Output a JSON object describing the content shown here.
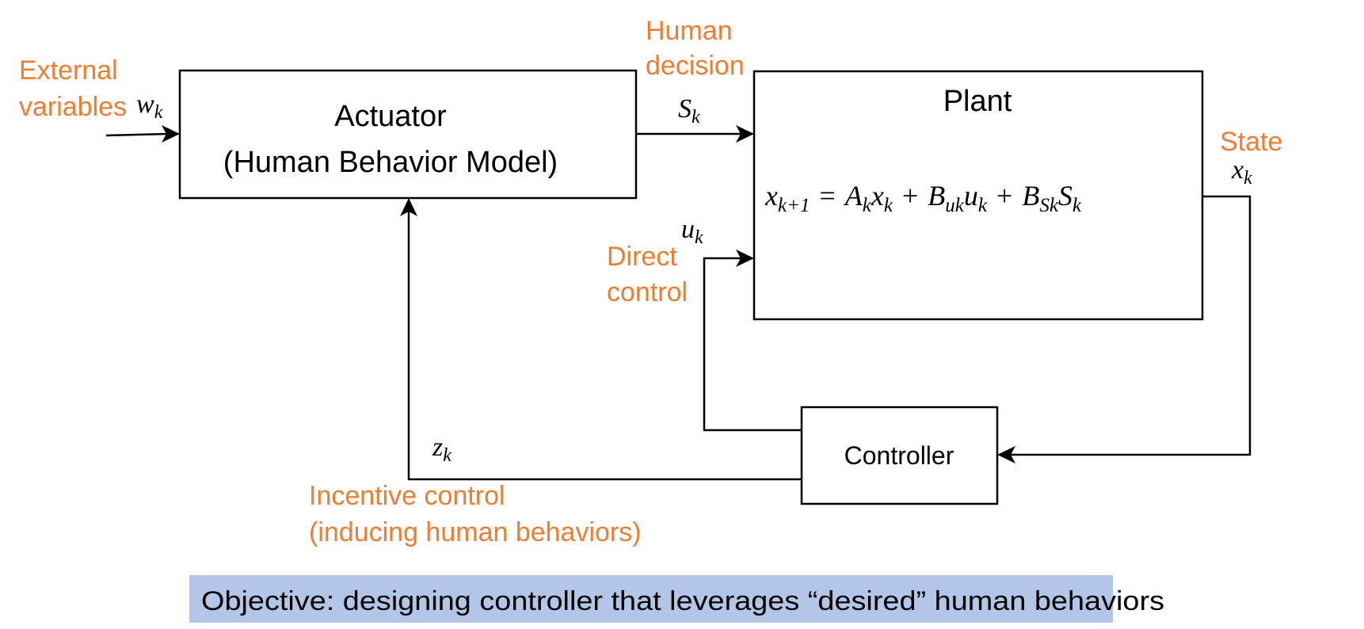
{
  "colors": {
    "annotation": "#ee7d31",
    "objective_highlight": "#b4c6e7",
    "lines": "#000000"
  },
  "labels": {
    "external_line1": "External",
    "external_line2": "variables",
    "human_line1": "Human",
    "human_line2": "decision",
    "state": "State",
    "direct_line1": "Direct",
    "direct_line2": "control",
    "incentive_line1": "Incentive control",
    "incentive_line2": "(inducing human behaviors)"
  },
  "blocks": {
    "actuator_line1": "Actuator",
    "actuator_line2": "(Human Behavior Model)",
    "plant_title": "Plant",
    "controller": "Controller"
  },
  "signals": {
    "w": {
      "base": "w",
      "sub": "k"
    },
    "s": {
      "base": "S",
      "sub": "k"
    },
    "x": {
      "base": "x",
      "sub": "k"
    },
    "u": {
      "base": "u",
      "sub": "k"
    },
    "z": {
      "base": "z",
      "sub": "k"
    }
  },
  "equation": {
    "lhs_base": "x",
    "lhs_sub": "k+1",
    "eq": "=",
    "a_base": "A",
    "a_sub": "k",
    "x1_base": "x",
    "x1_sub": "k",
    "plus1": "+",
    "bu_base": "B",
    "bu_sub": "uk",
    "u_base": "u",
    "u_sub": "k",
    "plus2": "+",
    "bs_base": "B",
    "bs_sub": "Sk",
    "s_base": "S",
    "s_sub": "k"
  },
  "objective": "Objective: designing controller that leverages “desired” human behaviors"
}
